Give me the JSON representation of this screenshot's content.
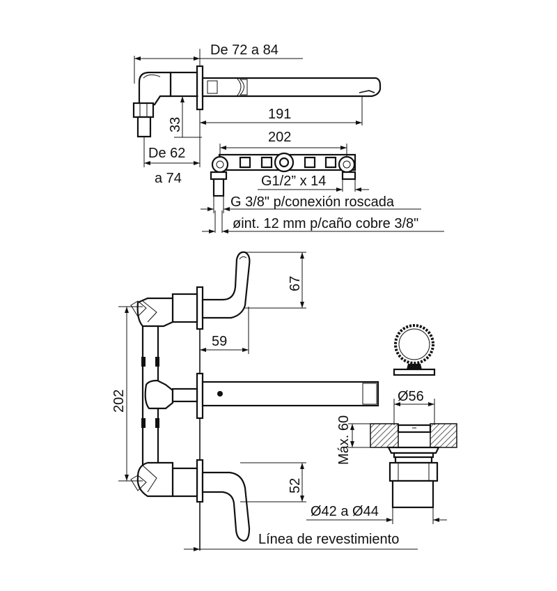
{
  "top_view": {
    "wall_depth_label": "De 72 a 84",
    "spout_length_label": "191",
    "height_label": "33",
    "body_depth_label_line1": "De 62",
    "body_depth_label_line2": "a 74"
  },
  "supply": {
    "width_label": "202",
    "thread_label": "G1/2” x 14",
    "connection_label": "G 3/8\" p/conexión roscada",
    "pipe_label": "øint. 12 mm p/caño cobre 3/8\""
  },
  "front_view": {
    "lever_height_label": "67",
    "lever_offset_label": "59",
    "total_height_label": "202",
    "lower_lever_label": "52",
    "wall_line_label": "Línea de revestimiento"
  },
  "drain": {
    "diameter_label": "Ø56",
    "max_depth_label": "Máx. 60",
    "hole_label": "Ø42 a Ø44"
  }
}
